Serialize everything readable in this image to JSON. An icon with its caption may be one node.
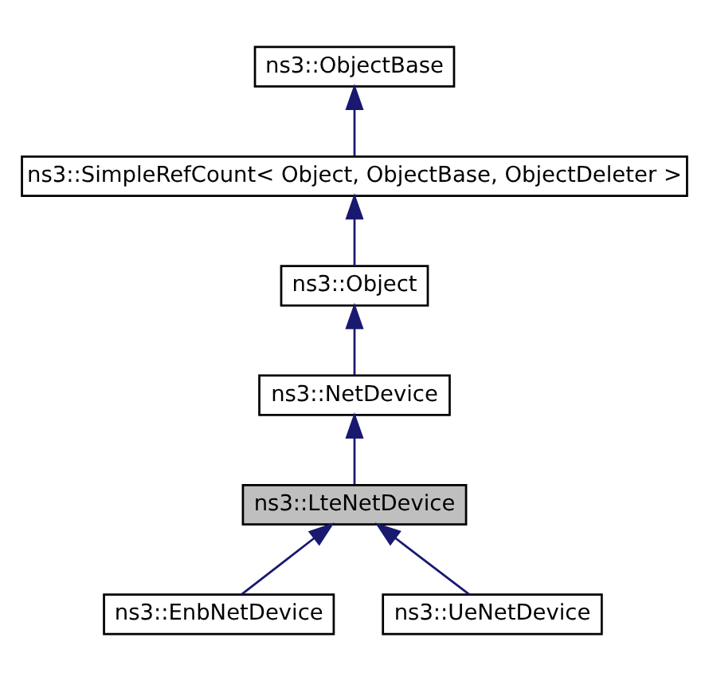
{
  "diagram": {
    "nodes": [
      {
        "text": [
          "ns3::ObjectBase"
        ]
      },
      {
        "text": [
          "ns3::SimpleRefCount< Object, ObjectBase, ObjectDeleter >"
        ]
      },
      {
        "text": [
          "ns3::Object"
        ]
      },
      {
        "text": [
          "ns3::NetDevice"
        ]
      },
      {
        "text": [
          "ns3::LteNetDevice"
        ]
      },
      {
        "text": [
          "ns3::EnbNetDevice"
        ]
      },
      {
        "text": [
          "ns3::UeNetDevice"
        ]
      }
    ],
    "edges": [
      {
        "from": 1,
        "to": 0,
        "arrow": "to"
      },
      {
        "from": 2,
        "to": 1,
        "arrow": "to"
      },
      {
        "from": 3,
        "to": 2,
        "arrow": "to"
      },
      {
        "from": 4,
        "to": 3,
        "arrow": "to"
      },
      {
        "from": 5,
        "to": 4,
        "arrow": "to"
      },
      {
        "from": 6,
        "to": 4,
        "arrow": "to"
      }
    ]
  }
}
